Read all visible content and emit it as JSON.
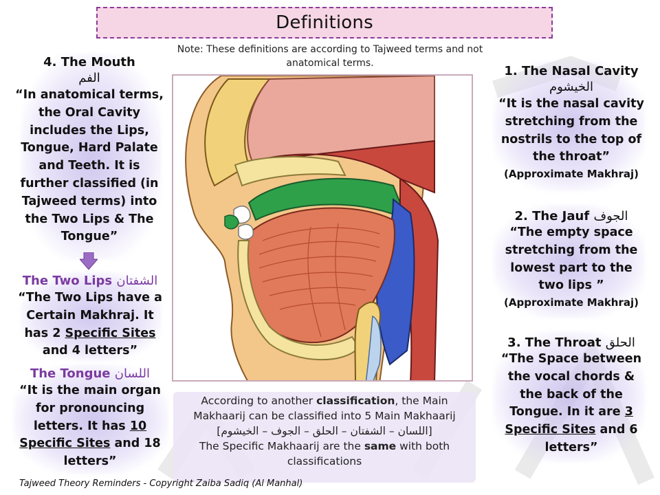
{
  "title": "Definitions",
  "note": "Note: These definitions are according to Tajweed terms and not anatomical terms.",
  "mouth": {
    "heading": "4. The Mouth",
    "arabic": "الفم",
    "lines": [
      "“In anatomical terms,",
      "the Oral Cavity",
      "includes the Lips,",
      "Tongue, Hard Palate",
      "and Teeth. It is",
      "further classified (in",
      "Tajweed terms) into",
      "the Two Lips & The",
      "Tongue”"
    ]
  },
  "two_lips": {
    "heading": "The Two Lips",
    "arabic": "الشفتان",
    "line1": "“The Two Lips have a",
    "line2": "Certain Makhraj. It",
    "line3_pre": "has 2 ",
    "line3_u": "Specific Sites",
    "line4": "and 4 letters”"
  },
  "tongue": {
    "heading": "The Tongue",
    "arabic": "اللسان",
    "line1": "“It is the main organ",
    "line2": "for pronouncing",
    "line3_pre": "letters. It has ",
    "line3_u": "10",
    "line4_u": "Specific Sites",
    "line4_post": " and 18",
    "line5": "letters”"
  },
  "nasal": {
    "heading": "1. The Nasal Cavity",
    "arabic": "الخيشوم",
    "lines": [
      "“It is the nasal cavity",
      "stretching from the",
      "nostrils to the top of",
      "the throat”"
    ],
    "tag": "(Approximate Makhraj)"
  },
  "jauf": {
    "heading": "2. The Jauf",
    "arabic": "الجوف",
    "lines": [
      "“The empty space",
      "stretching from the",
      "lowest part to the",
      "two lips ”"
    ],
    "tag": "(Approximate Makhraj)"
  },
  "throat": {
    "heading": "3. The Throat",
    "arabic": "الحلق",
    "lines": [
      "“The Space between",
      "the vocal chords &",
      "the back of the",
      "Tongue. In it are "
    ],
    "u1": "3",
    "u2": "Specific Sites",
    "post2": " and 6",
    "last": "letters”"
  },
  "bottom": {
    "l1_pre": "According to another ",
    "l1_b": "classification",
    "l1_post": ", the Main",
    "l2": "Makhaarij can be classified into 5 Main Makhaarij",
    "l3": "[اللسان – الشفتان – الحلق – الجوف – الخيشوم]",
    "l4_pre": "The Specific Makhaarij are the ",
    "l4_b": "same",
    "l4_post": " with both",
    "l5": "classifications"
  },
  "footer": "Tajweed Theory Reminders - Copyright    Zaiba Sadiq (Al Manhal)"
}
